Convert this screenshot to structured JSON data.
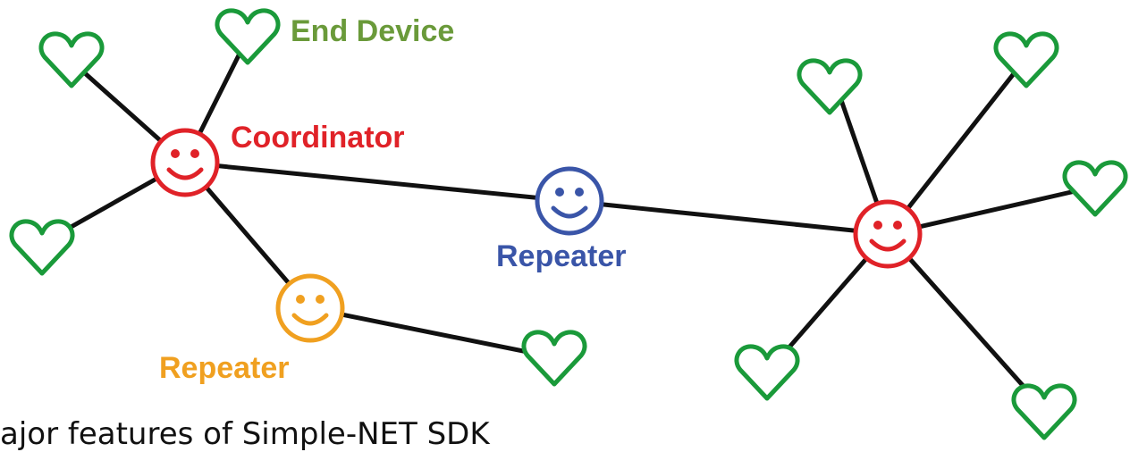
{
  "colors": {
    "end_device": "#1a9a3a",
    "coordinator": "#e02228",
    "repeater_blue": "#3a55a8",
    "repeater_orange": "#f0a020",
    "link": "#111111"
  },
  "labels": {
    "end_device": "End Device",
    "coordinator": "Coordinator",
    "repeater_center": "Repeater",
    "repeater_left": "Repeater"
  },
  "caption": "ajor features of Simple-NET SDK",
  "icons": {
    "end_device": "heart-outline-icon",
    "coordinator": "smiley-face-icon",
    "repeater": "smiley-face-icon"
  }
}
